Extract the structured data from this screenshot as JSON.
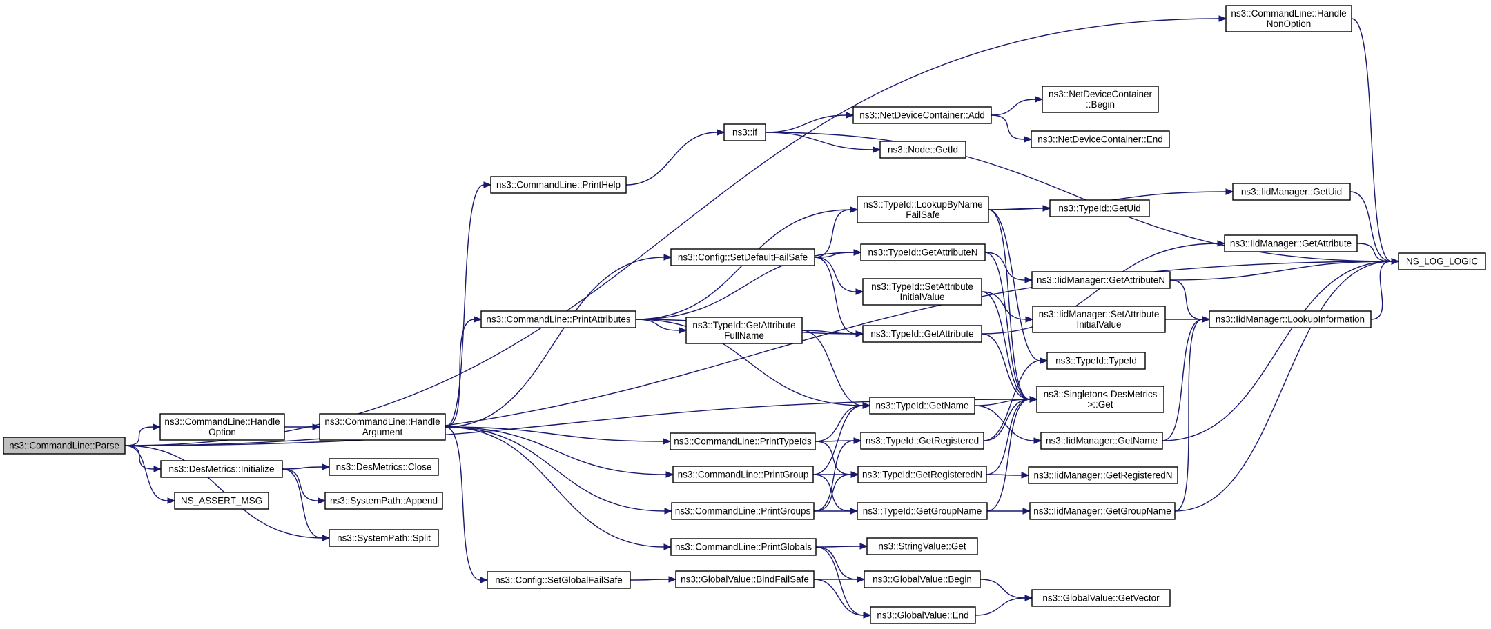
{
  "graph": {
    "edge_color": "#191970",
    "root_fill": "#bfbfbf",
    "nodes": [
      {
        "id": "parse",
        "lines": [
          "ns3::CommandLine::Parse"
        ],
        "root": true
      },
      {
        "id": "handle_option",
        "lines": [
          "ns3::CommandLine::Handle",
          "Option"
        ]
      },
      {
        "id": "desmetrics_init",
        "lines": [
          "ns3::DesMetrics::Initialize"
        ]
      },
      {
        "id": "ns_assert_msg",
        "lines": [
          "NS_ASSERT_MSG"
        ]
      },
      {
        "id": "systempath_split",
        "lines": [
          "ns3::SystemPath::Split"
        ]
      },
      {
        "id": "handle_argument",
        "lines": [
          "ns3::CommandLine::Handle",
          "Argument"
        ]
      },
      {
        "id": "desmetrics_close",
        "lines": [
          "ns3::DesMetrics::Close"
        ]
      },
      {
        "id": "systempath_append",
        "lines": [
          "ns3::SystemPath::Append"
        ]
      },
      {
        "id": "print_help",
        "lines": [
          "ns3::CommandLine::PrintHelp"
        ]
      },
      {
        "id": "print_attributes",
        "lines": [
          "ns3::CommandLine::PrintAttributes"
        ]
      },
      {
        "id": "config_setglobal",
        "lines": [
          "ns3::Config::SetGlobalFailSafe"
        ]
      },
      {
        "id": "ns3_if",
        "lines": [
          "ns3::if"
        ]
      },
      {
        "id": "config_setdefault",
        "lines": [
          "ns3::Config::SetDefaultFailSafe"
        ]
      },
      {
        "id": "typeid_getattrfullname",
        "lines": [
          "ns3::TypeId::GetAttribute",
          "FullName"
        ]
      },
      {
        "id": "print_typeids",
        "lines": [
          "ns3::CommandLine::PrintTypeIds"
        ]
      },
      {
        "id": "print_group",
        "lines": [
          "ns3::CommandLine::PrintGroup"
        ]
      },
      {
        "id": "print_groups",
        "lines": [
          "ns3::CommandLine::PrintGroups"
        ]
      },
      {
        "id": "print_globals",
        "lines": [
          "ns3::CommandLine::PrintGlobals"
        ]
      },
      {
        "id": "globalvalue_bindfailsafe",
        "lines": [
          "ns3::GlobalValue::BindFailSafe"
        ]
      },
      {
        "id": "netdevice_add",
        "lines": [
          "ns3::NetDeviceContainer::Add"
        ]
      },
      {
        "id": "node_getid",
        "lines": [
          "ns3::Node::GetId"
        ]
      },
      {
        "id": "typeid_lookupbyname",
        "lines": [
          "ns3::TypeId::LookupByName",
          "FailSafe"
        ]
      },
      {
        "id": "typeid_getattributen",
        "lines": [
          "ns3::TypeId::GetAttributeN"
        ]
      },
      {
        "id": "typeid_setattrinitial",
        "lines": [
          "ns3::TypeId::SetAttribute",
          "InitialValue"
        ]
      },
      {
        "id": "typeid_getattribute",
        "lines": [
          "ns3::TypeId::GetAttribute"
        ]
      },
      {
        "id": "typeid_getname",
        "lines": [
          "ns3::TypeId::GetName"
        ]
      },
      {
        "id": "typeid_getregistered",
        "lines": [
          "ns3::TypeId::GetRegistered"
        ]
      },
      {
        "id": "typeid_getregisteredn",
        "lines": [
          "ns3::TypeId::GetRegisteredN"
        ]
      },
      {
        "id": "typeid_getgroupname",
        "lines": [
          "ns3::TypeId::GetGroupName"
        ]
      },
      {
        "id": "stringvalue_get",
        "lines": [
          "ns3::StringValue::Get"
        ]
      },
      {
        "id": "globalvalue_begin",
        "lines": [
          "ns3::GlobalValue::Begin"
        ]
      },
      {
        "id": "globalvalue_end",
        "lines": [
          "ns3::GlobalValue::End"
        ]
      },
      {
        "id": "netdevice_begin",
        "lines": [
          "ns3::NetDeviceContainer",
          "::Begin"
        ]
      },
      {
        "id": "netdevice_end",
        "lines": [
          "ns3::NetDeviceContainer::End"
        ]
      },
      {
        "id": "typeid_getuid",
        "lines": [
          "ns3::TypeId::GetUid"
        ]
      },
      {
        "id": "iidmgr_getattributen",
        "lines": [
          "ns3::IidManager::GetAttributeN"
        ]
      },
      {
        "id": "iidmgr_setattrinitial",
        "lines": [
          "ns3::IidManager::SetAttribute",
          "InitialValue"
        ]
      },
      {
        "id": "typeid_typeid",
        "lines": [
          "ns3::TypeId::TypeId"
        ]
      },
      {
        "id": "singleton_get",
        "lines": [
          "ns3::Singleton< DesMetrics",
          " >::Get"
        ]
      },
      {
        "id": "iidmgr_getname",
        "lines": [
          "ns3::IidManager::GetName"
        ]
      },
      {
        "id": "iidmgr_getregisteredn",
        "lines": [
          "ns3::IidManager::GetRegisteredN"
        ]
      },
      {
        "id": "iidmgr_getgroupname",
        "lines": [
          "ns3::IidManager::GetGroupName"
        ]
      },
      {
        "id": "globalvalue_getvector",
        "lines": [
          "ns3::GlobalValue::GetVector"
        ]
      },
      {
        "id": "cmdline_handlenonoption",
        "lines": [
          "ns3::CommandLine::Handle",
          "NonOption"
        ]
      },
      {
        "id": "iidmgr_getuid",
        "lines": [
          "ns3::IidManager::GetUid"
        ]
      },
      {
        "id": "iidmgr_getattribute",
        "lines": [
          "ns3::IidManager::GetAttribute"
        ]
      },
      {
        "id": "iidmgr_lookupinformation",
        "lines": [
          "ns3::IidManager::LookupInformation"
        ]
      },
      {
        "id": "ns_log_logic",
        "lines": [
          "NS_LOG_LOGIC"
        ]
      }
    ],
    "edges": [
      [
        "parse",
        "cmdline_handlenonoption"
      ],
      [
        "parse",
        "ns_log_logic"
      ],
      [
        "parse",
        "singleton_get"
      ],
      [
        "parse",
        "handle_option"
      ],
      [
        "parse",
        "desmetrics_init"
      ],
      [
        "parse",
        "ns_assert_msg"
      ],
      [
        "parse",
        "systempath_split"
      ],
      [
        "handle_option",
        "handle_argument"
      ],
      [
        "desmetrics_init",
        "desmetrics_close"
      ],
      [
        "desmetrics_init",
        "systempath_append"
      ],
      [
        "desmetrics_init",
        "systempath_split"
      ],
      [
        "handle_argument",
        "print_help"
      ],
      [
        "handle_argument",
        "config_setdefault"
      ],
      [
        "handle_argument",
        "print_attributes"
      ],
      [
        "handle_argument",
        "print_typeids"
      ],
      [
        "handle_argument",
        "print_group"
      ],
      [
        "handle_argument",
        "print_groups"
      ],
      [
        "handle_argument",
        "print_globals"
      ],
      [
        "handle_argument",
        "config_setglobal"
      ],
      [
        "print_help",
        "ns3_if"
      ],
      [
        "ns3_if",
        "netdevice_add"
      ],
      [
        "ns3_if",
        "node_getid"
      ],
      [
        "ns3_if",
        "ns_log_logic"
      ],
      [
        "netdevice_add",
        "netdevice_begin"
      ],
      [
        "netdevice_add",
        "netdevice_end"
      ],
      [
        "print_attributes",
        "typeid_lookupbyname"
      ],
      [
        "print_attributes",
        "typeid_getattributen"
      ],
      [
        "print_attributes",
        "typeid_getattribute"
      ],
      [
        "print_attributes",
        "typeid_getattrfullname"
      ],
      [
        "print_attributes",
        "typeid_getname"
      ],
      [
        "config_setdefault",
        "typeid_lookupbyname"
      ],
      [
        "config_setdefault",
        "typeid_getattributen"
      ],
      [
        "config_setdefault",
        "typeid_setattrinitial"
      ],
      [
        "config_setdefault",
        "typeid_getattribute"
      ],
      [
        "typeid_getattrfullname",
        "typeid_getattribute"
      ],
      [
        "typeid_getattrfullname",
        "typeid_getname"
      ],
      [
        "typeid_lookupbyname",
        "iidmgr_getuid"
      ],
      [
        "typeid_lookupbyname",
        "typeid_getuid"
      ],
      [
        "typeid_lookupbyname",
        "typeid_typeid"
      ],
      [
        "typeid_lookupbyname",
        "singleton_get"
      ],
      [
        "typeid_getattributen",
        "iidmgr_getattributen"
      ],
      [
        "typeid_getattributen",
        "singleton_get"
      ],
      [
        "typeid_setattrinitial",
        "iidmgr_setattrinitial"
      ],
      [
        "typeid_setattrinitial",
        "singleton_get"
      ],
      [
        "typeid_getattribute",
        "iidmgr_getattribute"
      ],
      [
        "typeid_getattribute",
        "singleton_get"
      ],
      [
        "typeid_getname",
        "singleton_get"
      ],
      [
        "typeid_getname",
        "iidmgr_getname"
      ],
      [
        "print_typeids",
        "typeid_getname"
      ],
      [
        "print_typeids",
        "typeid_getregistered"
      ],
      [
        "print_typeids",
        "typeid_getregisteredn"
      ],
      [
        "print_group",
        "typeid_getname"
      ],
      [
        "print_group",
        "typeid_getregisteredn"
      ],
      [
        "print_group",
        "typeid_getgroupname"
      ],
      [
        "print_groups",
        "typeid_getregistered"
      ],
      [
        "print_groups",
        "typeid_getregisteredn"
      ],
      [
        "print_groups",
        "typeid_getgroupname"
      ],
      [
        "typeid_getregistered",
        "typeid_typeid"
      ],
      [
        "typeid_getregistered",
        "singleton_get"
      ],
      [
        "typeid_getregisteredn",
        "iidmgr_getregisteredn"
      ],
      [
        "typeid_getregisteredn",
        "singleton_get"
      ],
      [
        "typeid_getgroupname",
        "iidmgr_getgroupname"
      ],
      [
        "typeid_getgroupname",
        "singleton_get"
      ],
      [
        "print_globals",
        "stringvalue_get"
      ],
      [
        "print_globals",
        "globalvalue_begin"
      ],
      [
        "print_globals",
        "globalvalue_end"
      ],
      [
        "config_setglobal",
        "globalvalue_bindfailsafe"
      ],
      [
        "globalvalue_bindfailsafe",
        "globalvalue_begin"
      ],
      [
        "globalvalue_bindfailsafe",
        "globalvalue_end"
      ],
      [
        "globalvalue_begin",
        "globalvalue_getvector"
      ],
      [
        "globalvalue_end",
        "globalvalue_getvector"
      ],
      [
        "iidmgr_getattributen",
        "iidmgr_lookupinformation"
      ],
      [
        "iidmgr_getattributen",
        "ns_log_logic"
      ],
      [
        "iidmgr_setattrinitial",
        "iidmgr_lookupinformation"
      ],
      [
        "iidmgr_getname",
        "iidmgr_lookupinformation"
      ],
      [
        "iidmgr_getname",
        "ns_log_logic"
      ],
      [
        "iidmgr_getgroupname",
        "iidmgr_lookupinformation"
      ],
      [
        "iidmgr_getgroupname",
        "ns_log_logic"
      ],
      [
        "iidmgr_getuid",
        "ns_log_logic"
      ],
      [
        "iidmgr_getattribute",
        "ns_log_logic"
      ],
      [
        "iidmgr_lookupinformation",
        "ns_log_logic"
      ],
      [
        "cmdline_handlenonoption",
        "ns_log_logic"
      ]
    ]
  }
}
